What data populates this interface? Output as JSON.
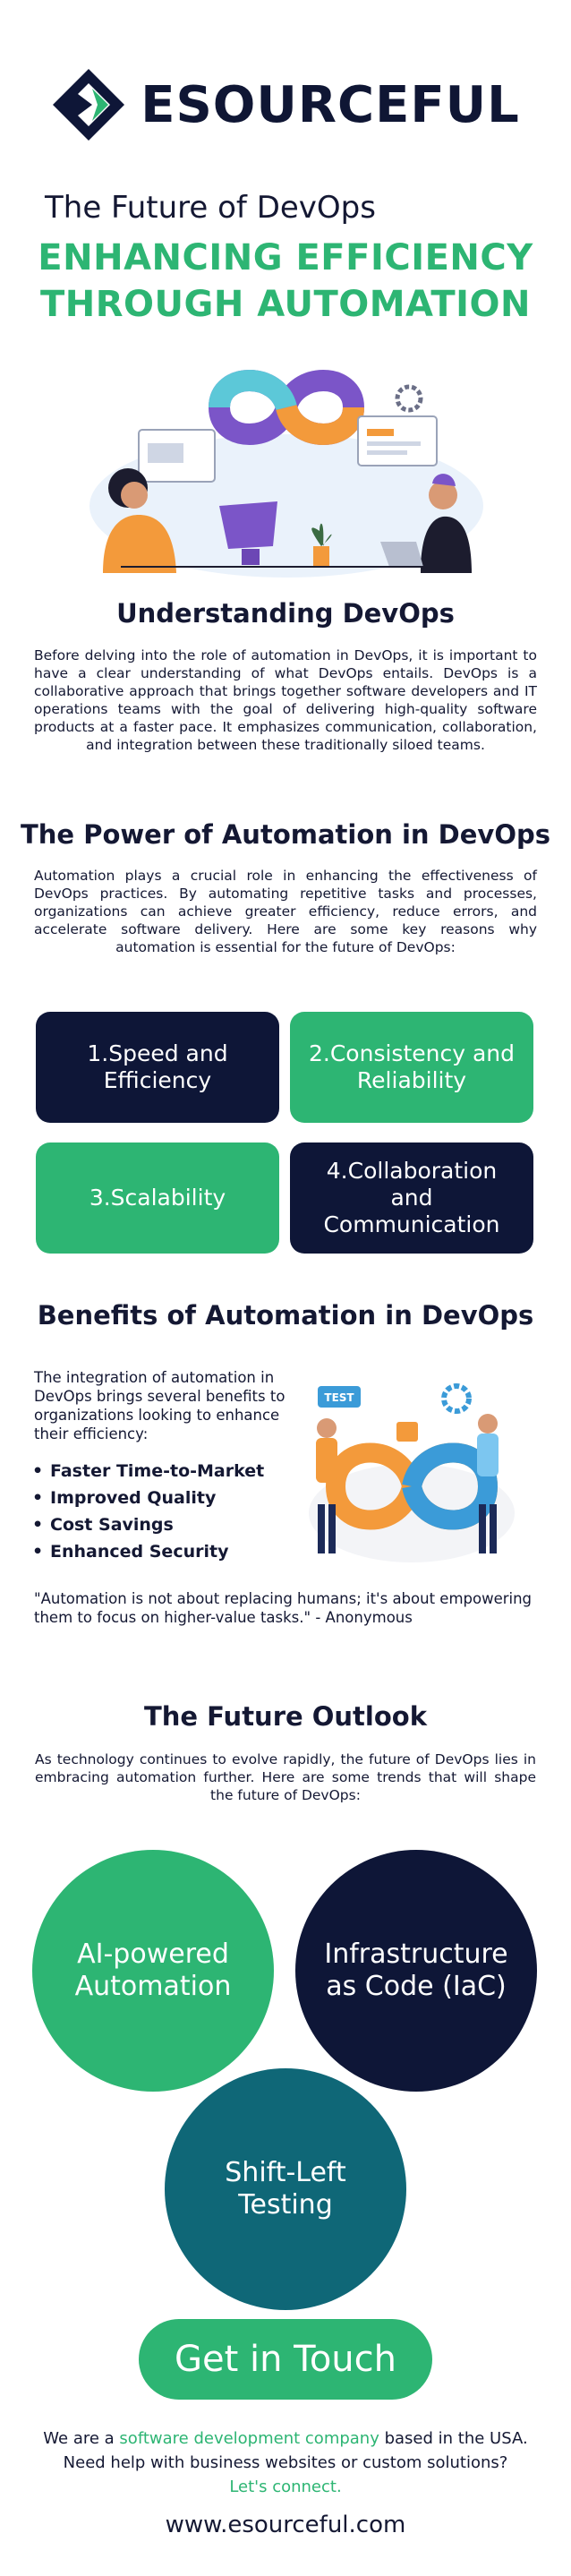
{
  "brand": {
    "name": "ESOURCEFUL",
    "colors": {
      "navy": "#0e1637",
      "green": "#2db573",
      "teal": "#0f6777",
      "purple": "#7b55c8",
      "orange": "#f39a3b"
    }
  },
  "header": {
    "subtitle": "The Future of DevOps",
    "headline_line1": "ENHANCING EFFICIENCY",
    "headline_line2": "THROUGH AUTOMATION"
  },
  "understanding": {
    "title": "Understanding DevOps",
    "body": "Before delving into the role of automation in DevOps, it is important to have a clear understanding of what DevOps entails. DevOps is a collaborative approach that brings together software developers and IT operations teams with the goal of delivering high-quality software products at a faster pace. It emphasizes communication, collaboration, and integration between these traditionally siloed teams."
  },
  "power": {
    "title": "The Power of Automation in DevOps",
    "body": "Automation plays a crucial role in enhancing the effectiveness of DevOps practices. By automating repetitive tasks and processes, organizations can achieve greater efficiency, reduce errors, and accelerate software delivery. Here are some key reasons why automation is essential for the future of DevOps:",
    "reasons": [
      {
        "line1": "1.Speed and",
        "line2": "Efficiency"
      },
      {
        "line1": "2.Consistency and",
        "line2": "Reliability"
      },
      {
        "line1": "3.Scalability",
        "line2": ""
      },
      {
        "line1": "4.Collaboration and",
        "line2": "Communication"
      }
    ]
  },
  "benefits": {
    "title": "Benefits of Automation in DevOps",
    "intro": "The integration of automation in DevOps brings several benefits to organizations looking to enhance their efficiency:",
    "items": [
      "Faster Time-to-Market",
      "Improved Quality",
      "Cost Savings",
      "Enhanced Security"
    ],
    "quote": "\"Automation is not about replacing humans; it's about empowering them to focus on higher-value tasks.\" - Anonymous",
    "illustration_badge": "TEST"
  },
  "outlook": {
    "title": "The Future Outlook",
    "body": "As technology continues to evolve rapidly, the future of DevOps lies in embracing automation further. Here are some trends that will shape the future of DevOps:",
    "trends": [
      {
        "line1": "AI-powered",
        "line2": "Automation"
      },
      {
        "line1": "Infrastructure",
        "line2": "as Code (IaC)"
      },
      {
        "line1": "Shift-Left",
        "line2": "Testing"
      }
    ]
  },
  "cta": {
    "label": "Get in Touch",
    "text_before": "We are a ",
    "link_text": "software development company",
    "text_after": " based in the USA.",
    "line2": "Need help with business websites or custom solutions?",
    "connect": "Let's connect.",
    "website": "www.esourceful.com"
  }
}
